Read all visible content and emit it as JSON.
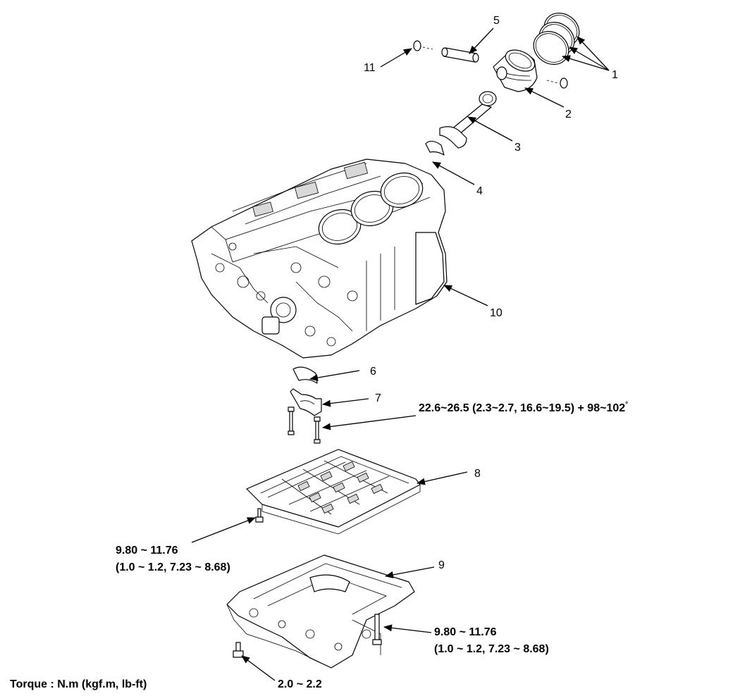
{
  "callouts": {
    "c1": "1",
    "c2": "2",
    "c3": "3",
    "c4": "4",
    "c5": "5",
    "c6": "6",
    "c7": "7",
    "c8": "8",
    "c9": "9",
    "c10": "10",
    "c11": "11"
  },
  "torque_specs": {
    "main_cap_bolt": "22.6~26.5 (2.3~2.7, 16.6~19.5) + 98~102",
    "main_cap_bolt_deg": "°",
    "ladder_frame_line1": "9.80 ~ 11.76",
    "ladder_frame_line2": "(1.0 ~ 1.2, 7.23 ~ 8.68)",
    "oil_pan_bolt_line1": "9.80 ~ 11.76",
    "oil_pan_bolt_line2": "(1.0 ~ 1.2, 7.23 ~ 8.68)",
    "drain_plug": "2.0 ~ 2.2"
  },
  "legend": {
    "torque_unit": "Torque : N.m (kgf.m, lb-ft)"
  }
}
